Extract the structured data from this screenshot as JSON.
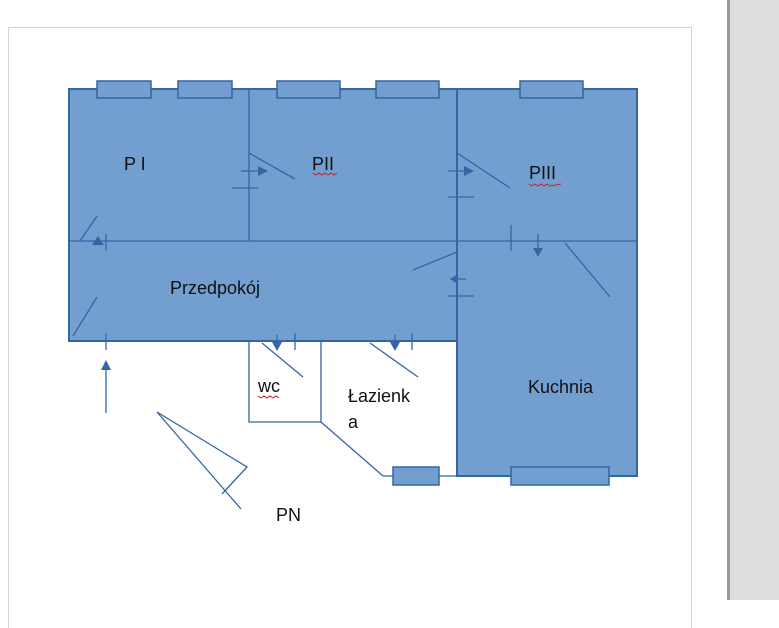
{
  "floor_plan": {
    "rooms": {
      "p1": "P I",
      "p2": "PII",
      "p3": "PIII",
      "hall": "Przedpokój",
      "wc": "wc",
      "bathroom_line1": "Łazienk",
      "bathroom_line2": "a",
      "kitchen": "Kuchnia",
      "pn": "PN"
    },
    "colors": {
      "fill": "#729fcf",
      "stroke": "#3465a4",
      "spell": "#c9211e"
    }
  }
}
